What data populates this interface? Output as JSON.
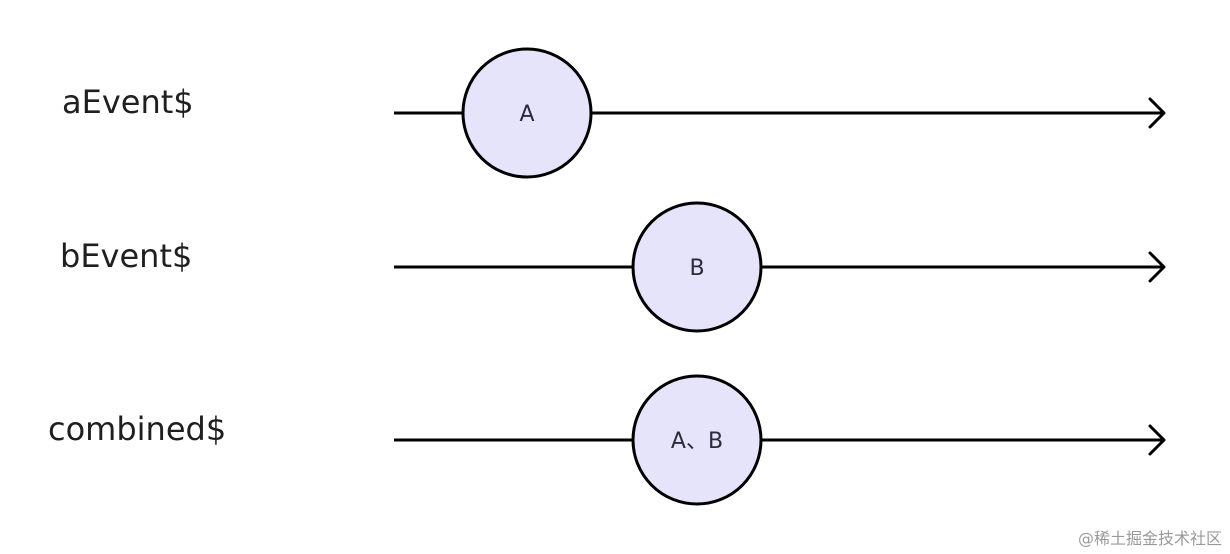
{
  "colors": {
    "background": "#ffffff",
    "line": "#000000",
    "event_fill": "#e6e4fb",
    "event_stroke": "#000000",
    "label_text": "#1f1f1f",
    "event_text": "#2b2b3a",
    "watermark_text": "#9a9a9a"
  },
  "streams": [
    {
      "label": "aEvent$",
      "events": [
        {
          "label": "A"
        }
      ]
    },
    {
      "label": "bEvent$",
      "events": [
        {
          "label": "B"
        }
      ]
    },
    {
      "label": "combined$",
      "events": [
        {
          "label": "A、B"
        }
      ]
    }
  ],
  "watermark": "@稀土掘金技术社区"
}
